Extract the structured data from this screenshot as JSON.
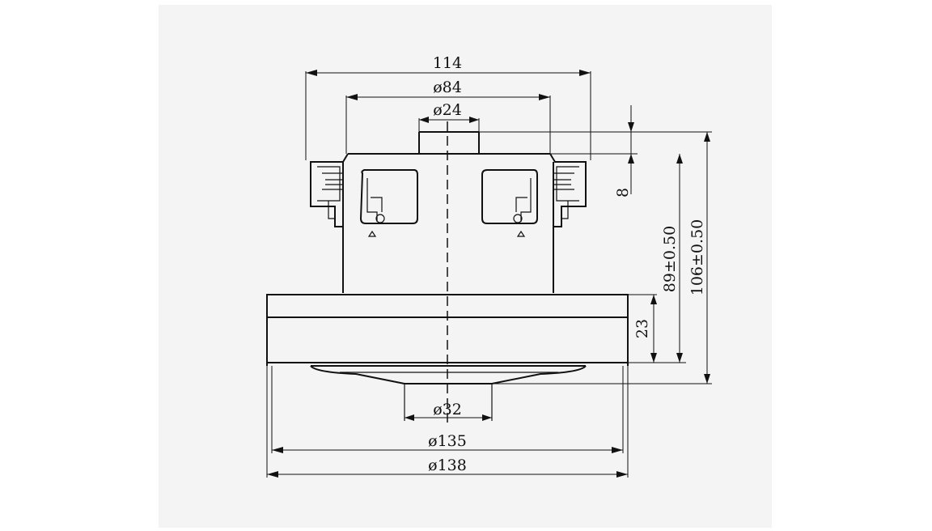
{
  "drawing": {
    "title": "",
    "dimensions": {
      "d114": "114",
      "d84": "ø84",
      "d24": "ø24",
      "d8": "8",
      "d89": "89±0.50",
      "d106": "106±0.50",
      "d23": "23",
      "d32": "ø32",
      "d135": "ø135",
      "d138": "ø138"
    }
  }
}
